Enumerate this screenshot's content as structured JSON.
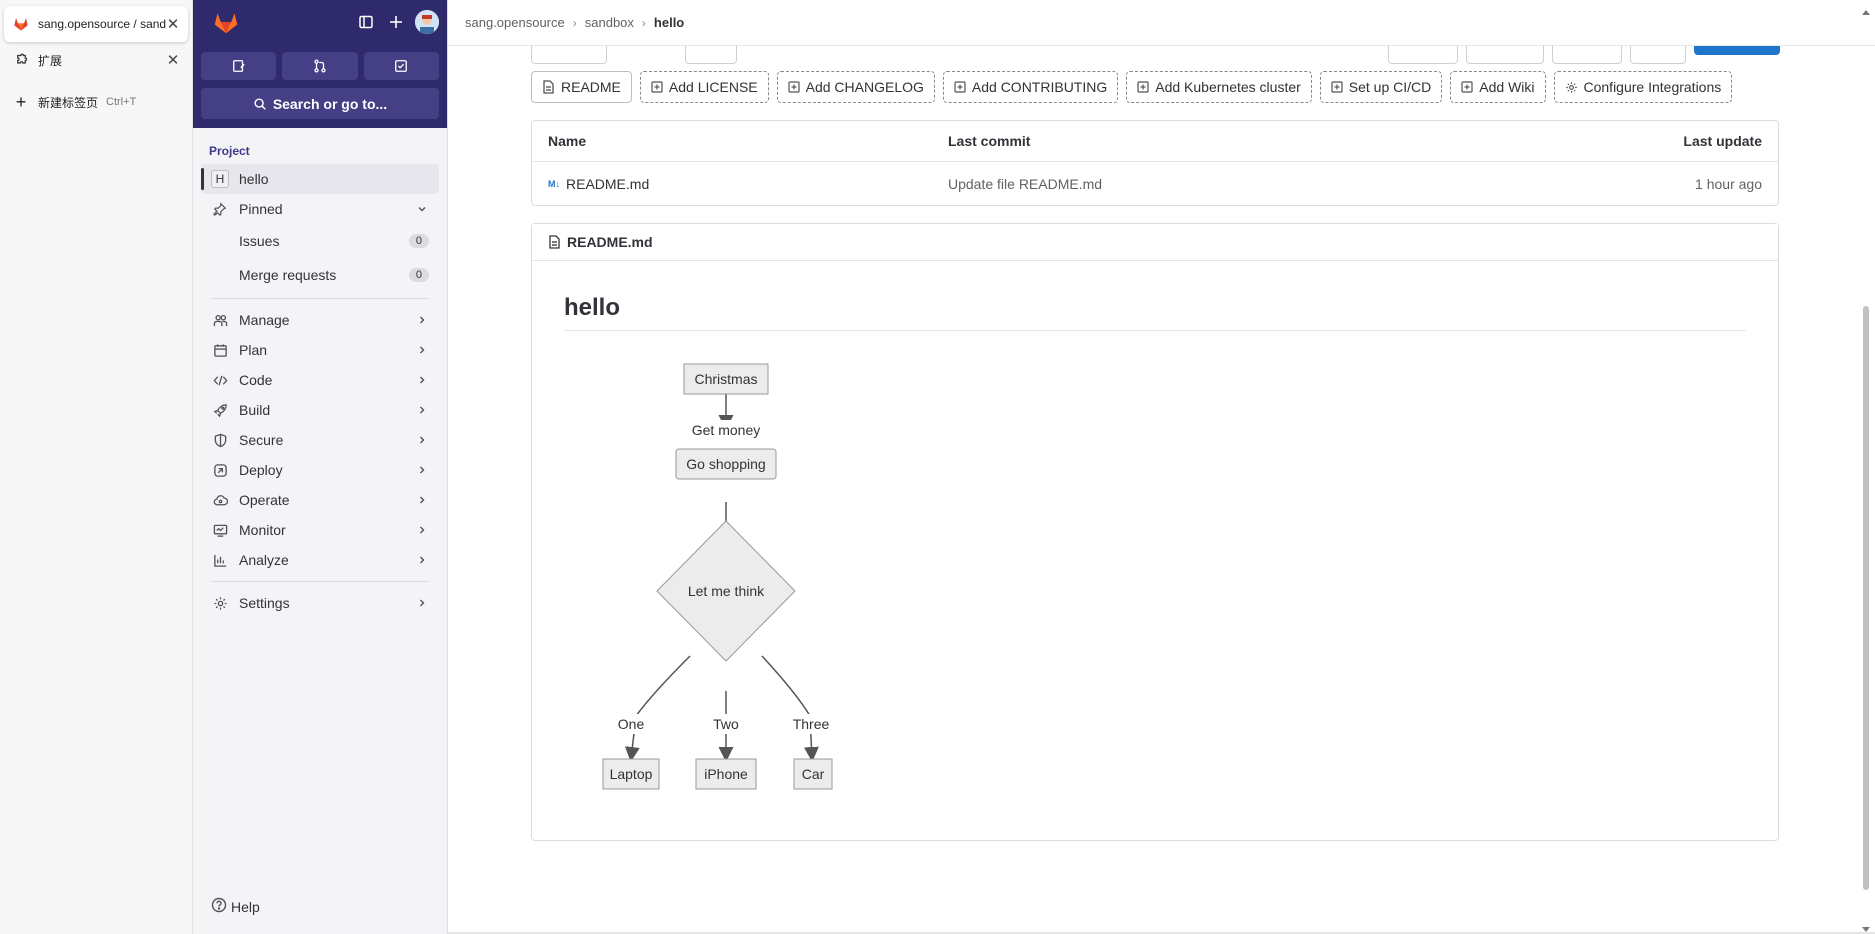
{
  "browser": {
    "active_tab": {
      "title": "sang.opensource / sandbox / hello",
      "favicon": "gitlab-fox-icon"
    },
    "extensions": {
      "label": "扩展",
      "icon": "puzzle-icon"
    },
    "new_tab": {
      "label": "新建标签页",
      "shortcut": "Ctrl+T",
      "icon": "plus-icon"
    }
  },
  "sidebar": {
    "search_label": "Search or go to...",
    "section_label": "Project",
    "project": {
      "avatar_letter": "H",
      "name": "hello"
    },
    "pinned": {
      "label": "Pinned",
      "items": [
        {
          "label": "Issues",
          "count": "0"
        },
        {
          "label": "Merge requests",
          "count": "0"
        }
      ]
    },
    "menu": [
      {
        "label": "Manage",
        "icon": "users-icon"
      },
      {
        "label": "Plan",
        "icon": "calendar-icon"
      },
      {
        "label": "Code",
        "icon": "code-icon"
      },
      {
        "label": "Build",
        "icon": "rocket-icon"
      },
      {
        "label": "Secure",
        "icon": "shield-icon"
      },
      {
        "label": "Deploy",
        "icon": "deploy-icon"
      },
      {
        "label": "Operate",
        "icon": "cloud-icon"
      },
      {
        "label": "Monitor",
        "icon": "monitor-icon"
      },
      {
        "label": "Analyze",
        "icon": "chart-icon"
      }
    ],
    "settings": {
      "label": "Settings",
      "icon": "gear-icon"
    },
    "help": "Help"
  },
  "breadcrumb": {
    "group": "sang.opensource",
    "subgroup": "sandbox",
    "project": "hello"
  },
  "shortcuts": [
    "README",
    "Add LICENSE",
    "Add CHANGELOG",
    "Add CONTRIBUTING",
    "Add Kubernetes cluster",
    "Set up CI/CD",
    "Add Wiki",
    "Configure Integrations"
  ],
  "file_table": {
    "headers": {
      "name": "Name",
      "commit": "Last commit",
      "update": "Last update"
    },
    "rows": [
      {
        "name": "README.md",
        "commit": "Update file README.md",
        "update": "1 hour ago"
      }
    ]
  },
  "readme": {
    "filename": "README.md",
    "heading": "hello",
    "flowchart": {
      "nodes": {
        "christmas": "Christmas",
        "shopping": "Go shopping",
        "think": "Let me think",
        "laptop": "Laptop",
        "iphone": "iPhone",
        "car": "Car"
      },
      "edge_labels": {
        "get_money": "Get money",
        "one": "One",
        "two": "Two",
        "three": "Three"
      }
    }
  }
}
